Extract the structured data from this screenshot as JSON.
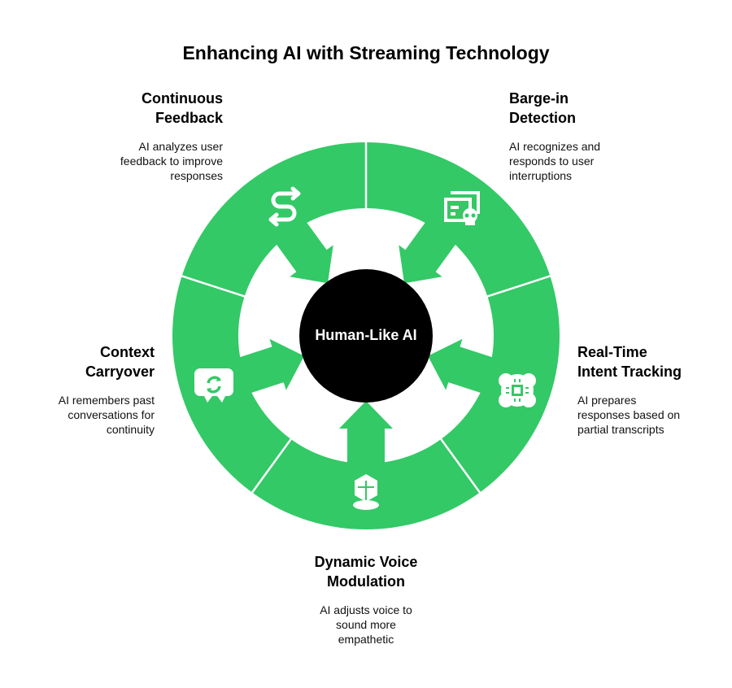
{
  "title": "Enhancing AI with Streaming Technology",
  "center": "Human-Like AI",
  "colors": {
    "ring": "#33c966",
    "center": "#000000"
  },
  "segments": [
    {
      "title1": "Continuous",
      "title2": "Feedback",
      "desc1": "AI analyzes user",
      "desc2": "feedback to improve",
      "desc3": "responses",
      "icon": "route-arrows-icon"
    },
    {
      "title1": "Barge-in",
      "title2": "Detection",
      "desc1": "AI recognizes and",
      "desc2": "responds to user",
      "desc3": "interruptions",
      "icon": "document-skull-icon"
    },
    {
      "title1": "Real-Time",
      "title2": "Intent Tracking",
      "desc1": "AI prepares",
      "desc2": "responses based on",
      "desc3": "partial transcripts",
      "icon": "brain-chip-icon"
    },
    {
      "title1": "Dynamic Voice",
      "title2": "Modulation",
      "desc1": "AI adjusts voice to",
      "desc2": "sound more",
      "desc3": "empathetic",
      "icon": "cube-pedestal-icon"
    },
    {
      "title1": "Context",
      "title2": "Carryover",
      "desc1": "AI remembers past",
      "desc2": "conversations for",
      "desc3": "continuity",
      "icon": "chat-refresh-icon"
    }
  ]
}
